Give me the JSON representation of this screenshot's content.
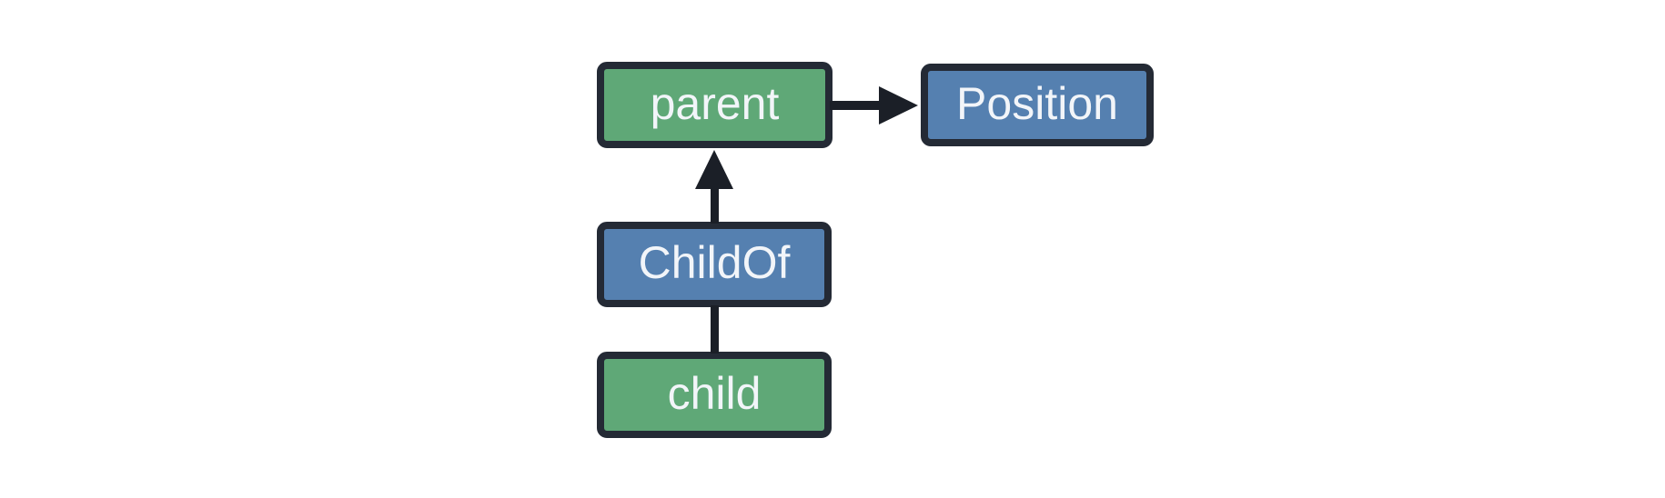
{
  "diagram": {
    "colors": {
      "background": "#ffffff",
      "entity_fill_green": "#5fa877",
      "component_fill_blue": "#5580b0",
      "node_border": "#242a35",
      "edge_color": "#1b1f27",
      "label_text": "#f2f5f9"
    },
    "nodes": {
      "parent": {
        "label": "parent",
        "fill": "#5fa877"
      },
      "position": {
        "label": "Position",
        "fill": "#5580b0"
      },
      "childof": {
        "label": "ChildOf",
        "fill": "#5580b0"
      },
      "child": {
        "label": "child",
        "fill": "#5fa877"
      }
    },
    "edges": [
      {
        "from": "parent",
        "to": "Position",
        "style": "arrow",
        "direction": "right"
      },
      {
        "from": "ChildOf",
        "to": "parent",
        "style": "arrow",
        "direction": "up"
      },
      {
        "from": "child",
        "to": "ChildOf",
        "style": "line",
        "direction": "up"
      }
    ]
  }
}
